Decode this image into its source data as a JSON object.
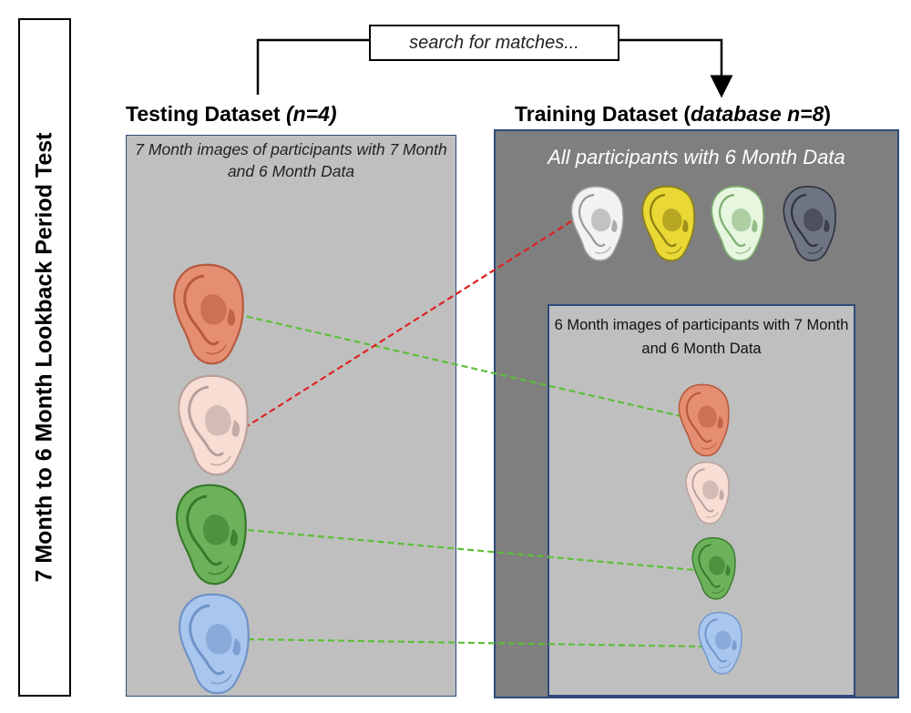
{
  "side_title": "7 Month to 6 Month Lookback Period Test",
  "search_label": "search for matches...",
  "testing": {
    "heading_main": "Testing Dataset ",
    "heading_italic": "(n=4)",
    "caption": "7 Month images of participants with 7 Month and 6 Month Data",
    "ears": [
      {
        "name": "peach",
        "fill": "#e58e72",
        "shade": "#b65a3f"
      },
      {
        "name": "light-pink",
        "fill": "#f7ddd4",
        "shade": "#b8a099"
      },
      {
        "name": "green",
        "fill": "#6bb25a",
        "shade": "#37792b"
      },
      {
        "name": "light-blue",
        "fill": "#a9c6ee",
        "shade": "#6f93c9"
      }
    ]
  },
  "training": {
    "heading_main": "Training Dataset (",
    "heading_italic": "database n=8",
    "heading_end": ")",
    "caption": "All participants with 6 Month Data",
    "top_ears": [
      {
        "name": "white",
        "fill": "#f2f2f2",
        "shade": "#9a9a9a"
      },
      {
        "name": "yellow",
        "fill": "#e9d835",
        "shade": "#8c7f12"
      },
      {
        "name": "pale-green",
        "fill": "#e6f6df",
        "shade": "#7fae6f"
      },
      {
        "name": "slate",
        "fill": "#6f7483",
        "shade": "#2f3340"
      }
    ],
    "inner_caption": "6 Month images of participants with 7 Month and 6 Month Data",
    "inner_ears": [
      {
        "name": "peach",
        "fill": "#e58e72",
        "shade": "#b65a3f"
      },
      {
        "name": "light-pink",
        "fill": "#f7ddd4",
        "shade": "#b8a099"
      },
      {
        "name": "green",
        "fill": "#6bb25a",
        "shade": "#37792b"
      },
      {
        "name": "light-blue",
        "fill": "#a9c6ee",
        "shade": "#6f93c9"
      }
    ]
  },
  "connections": [
    {
      "from": "testing-peach",
      "to": "inner-peach",
      "color": "#5dbf3a",
      "style": "dashed"
    },
    {
      "from": "testing-light-pink",
      "to": "top-white",
      "color": "#e02020",
      "style": "dashed"
    },
    {
      "from": "testing-green",
      "to": "inner-green",
      "color": "#5dbf3a",
      "style": "dashed"
    },
    {
      "from": "testing-light-blue",
      "to": "inner-light-blue",
      "color": "#5dbf3a",
      "style": "dashed"
    }
  ]
}
